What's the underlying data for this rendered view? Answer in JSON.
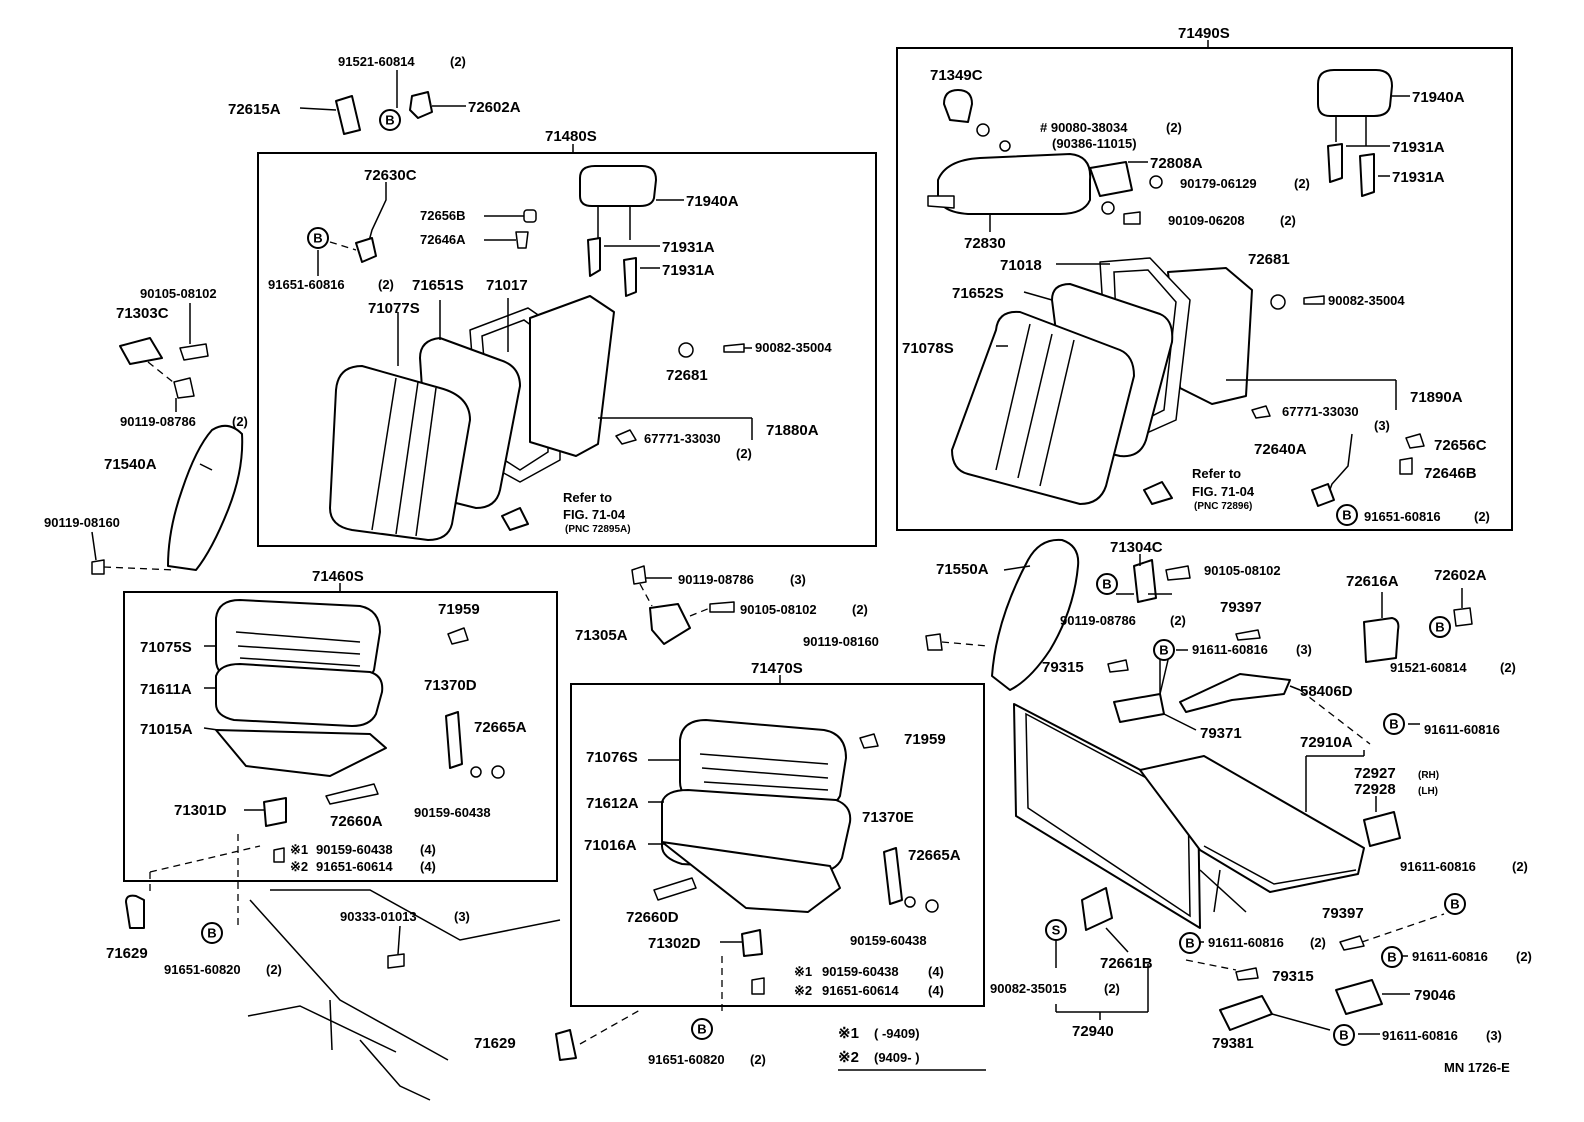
{
  "labels": {
    "l72615A": "72615A",
    "l91521_a": "91521-60814",
    "q91521_a": "(2)",
    "l72602A_a": "72602A",
    "l71480S": "71480S",
    "l72630C": "72630C",
    "l72656B": "72656B",
    "l72646A": "72646A",
    "l71940A_a": "71940A",
    "l71931A_a": "71931A",
    "l71931A_b": "71931A",
    "l91651_a": "91651-60816",
    "q91651_a": "(2)",
    "l71651S": "71651S",
    "l71017": "71017",
    "l71077S": "71077S",
    "l90082_a": "90082-35004",
    "l72681_a": "72681",
    "l67771_a": "67771-33030",
    "q67771_a": "(2)",
    "l71880A": "71880A",
    "refer_a1": "Refer to",
    "refer_a2": "FIG. 71-04",
    "refer_a3": "(PNC 72895A)",
    "l90105_a": "90105-08102",
    "l71303C": "71303C",
    "l90119_a": "90119-08786",
    "q90119_a": "(2)",
    "l71540A": "71540A",
    "l90119_b": "90119-08160",
    "l71490S": "71490S",
    "l71349C": "71349C",
    "l90080": "# 90080-38034",
    "q90080": "(2)",
    "l90386": "(90386-11015)",
    "l71940A_b": "71940A",
    "l71931A_c": "71931A",
    "l71931A_d": "71931A",
    "l72808A": "72808A",
    "l90179": "90179-06129",
    "q90179": "(2)",
    "l90109": "90109-06208",
    "q90109": "(2)",
    "l72830": "72830",
    "l71018": "71018",
    "l72681_b": "72681",
    "l71652S": "71652S",
    "l90082_b": "90082-35004",
    "l71078S": "71078S",
    "l71890A": "71890A",
    "l67771_b": "67771-33030",
    "q67771_b": "(3)",
    "l72640A": "72640A",
    "l72656C": "72656C",
    "l72646B": "72646B",
    "refer_b1": "Refer to",
    "refer_b2": "FIG. 71-04",
    "refer_b3": "(PNC 72896)",
    "l91651_b": "91651-60816",
    "q91651_b": "(2)",
    "l71460S": "71460S",
    "l71959_a": "71959",
    "l71075S": "71075S",
    "l71611A": "71611A",
    "l71015A": "71015A",
    "l71370D": "71370D",
    "l72665A_a": "72665A",
    "l72660A": "72660A",
    "l90159_a": "90159-60438",
    "l71301D": "71301D",
    "m1_a": "※1",
    "l90159_b": "90159-60438",
    "q90159_b": "(4)",
    "m2_a": "※2",
    "l91651_c": "91651-60614",
    "q91651_c": "(4)",
    "l71629_a": "71629",
    "l91651_d": "91651-60820",
    "q91651_d": "(2)",
    "l90333": "90333-01013",
    "q90333": "(3)",
    "l90119_c": "90119-08786",
    "q90119_c": "(3)",
    "l90105_b": "90105-08102",
    "q90105_b": "(2)",
    "l71305A": "71305A",
    "l90119_d": "90119-08160",
    "l71470S": "71470S",
    "l71959_b": "71959",
    "l71076S": "71076S",
    "l71612A": "71612A",
    "l71370E": "71370E",
    "l71016A": "71016A",
    "l72665A_b": "72665A",
    "l72660D": "72660D",
    "l90159_c": "90159-60438",
    "l71302D": "71302D",
    "m1_b": "※1",
    "l90159_d": "90159-60438",
    "q90159_d": "(4)",
    "m2_b": "※2",
    "l91651_e": "91651-60614",
    "q91651_e": "(4)",
    "l71629_b": "71629",
    "l91651_f": "91651-60820",
    "q91651_f": "(2)",
    "note1_mark": "※1",
    "note1_text": "(        -9409)",
    "note2_mark": "※2",
    "note2_text": "(9409-          )",
    "l71550A": "71550A",
    "l71304C": "71304C",
    "l90105_c": "90105-08102",
    "l90119_e": "90119-08786",
    "q90119_e": "(2)",
    "l79397_a": "79397",
    "l91611_a": "91611-60816",
    "q91611_a": "(3)",
    "l79315_a": "79315",
    "l58406D": "58406D",
    "l79371": "79371",
    "l72616A": "72616A",
    "l72602A_b": "72602A",
    "l91521_b": "91521-60814",
    "q91521_b": "(2)",
    "l91611_b": "91611-60816",
    "l72910A": "72910A",
    "l72927": "72927",
    "l72927q": "(RH)",
    "l72928": "72928",
    "l72928q": "(LH)",
    "l91611_c": "91611-60816",
    "q91611_c": "(2)",
    "l79397_b": "79397",
    "l91611_d": "91611-60816",
    "q91611_d": "(2)",
    "l72661B": "72661B",
    "l91611_e": "91611-60816",
    "q91611_e": "(2)",
    "l79315_b": "79315",
    "l79046": "79046",
    "l90082_c": "90082-35015",
    "q90082_c": "(2)",
    "l72940": "72940",
    "l79381": "79381",
    "l91611_f": "91611-60816",
    "q91611_f": "(3)",
    "footer": "MN  1726-E"
  },
  "callouts": {
    "B": "B",
    "S": "S"
  }
}
